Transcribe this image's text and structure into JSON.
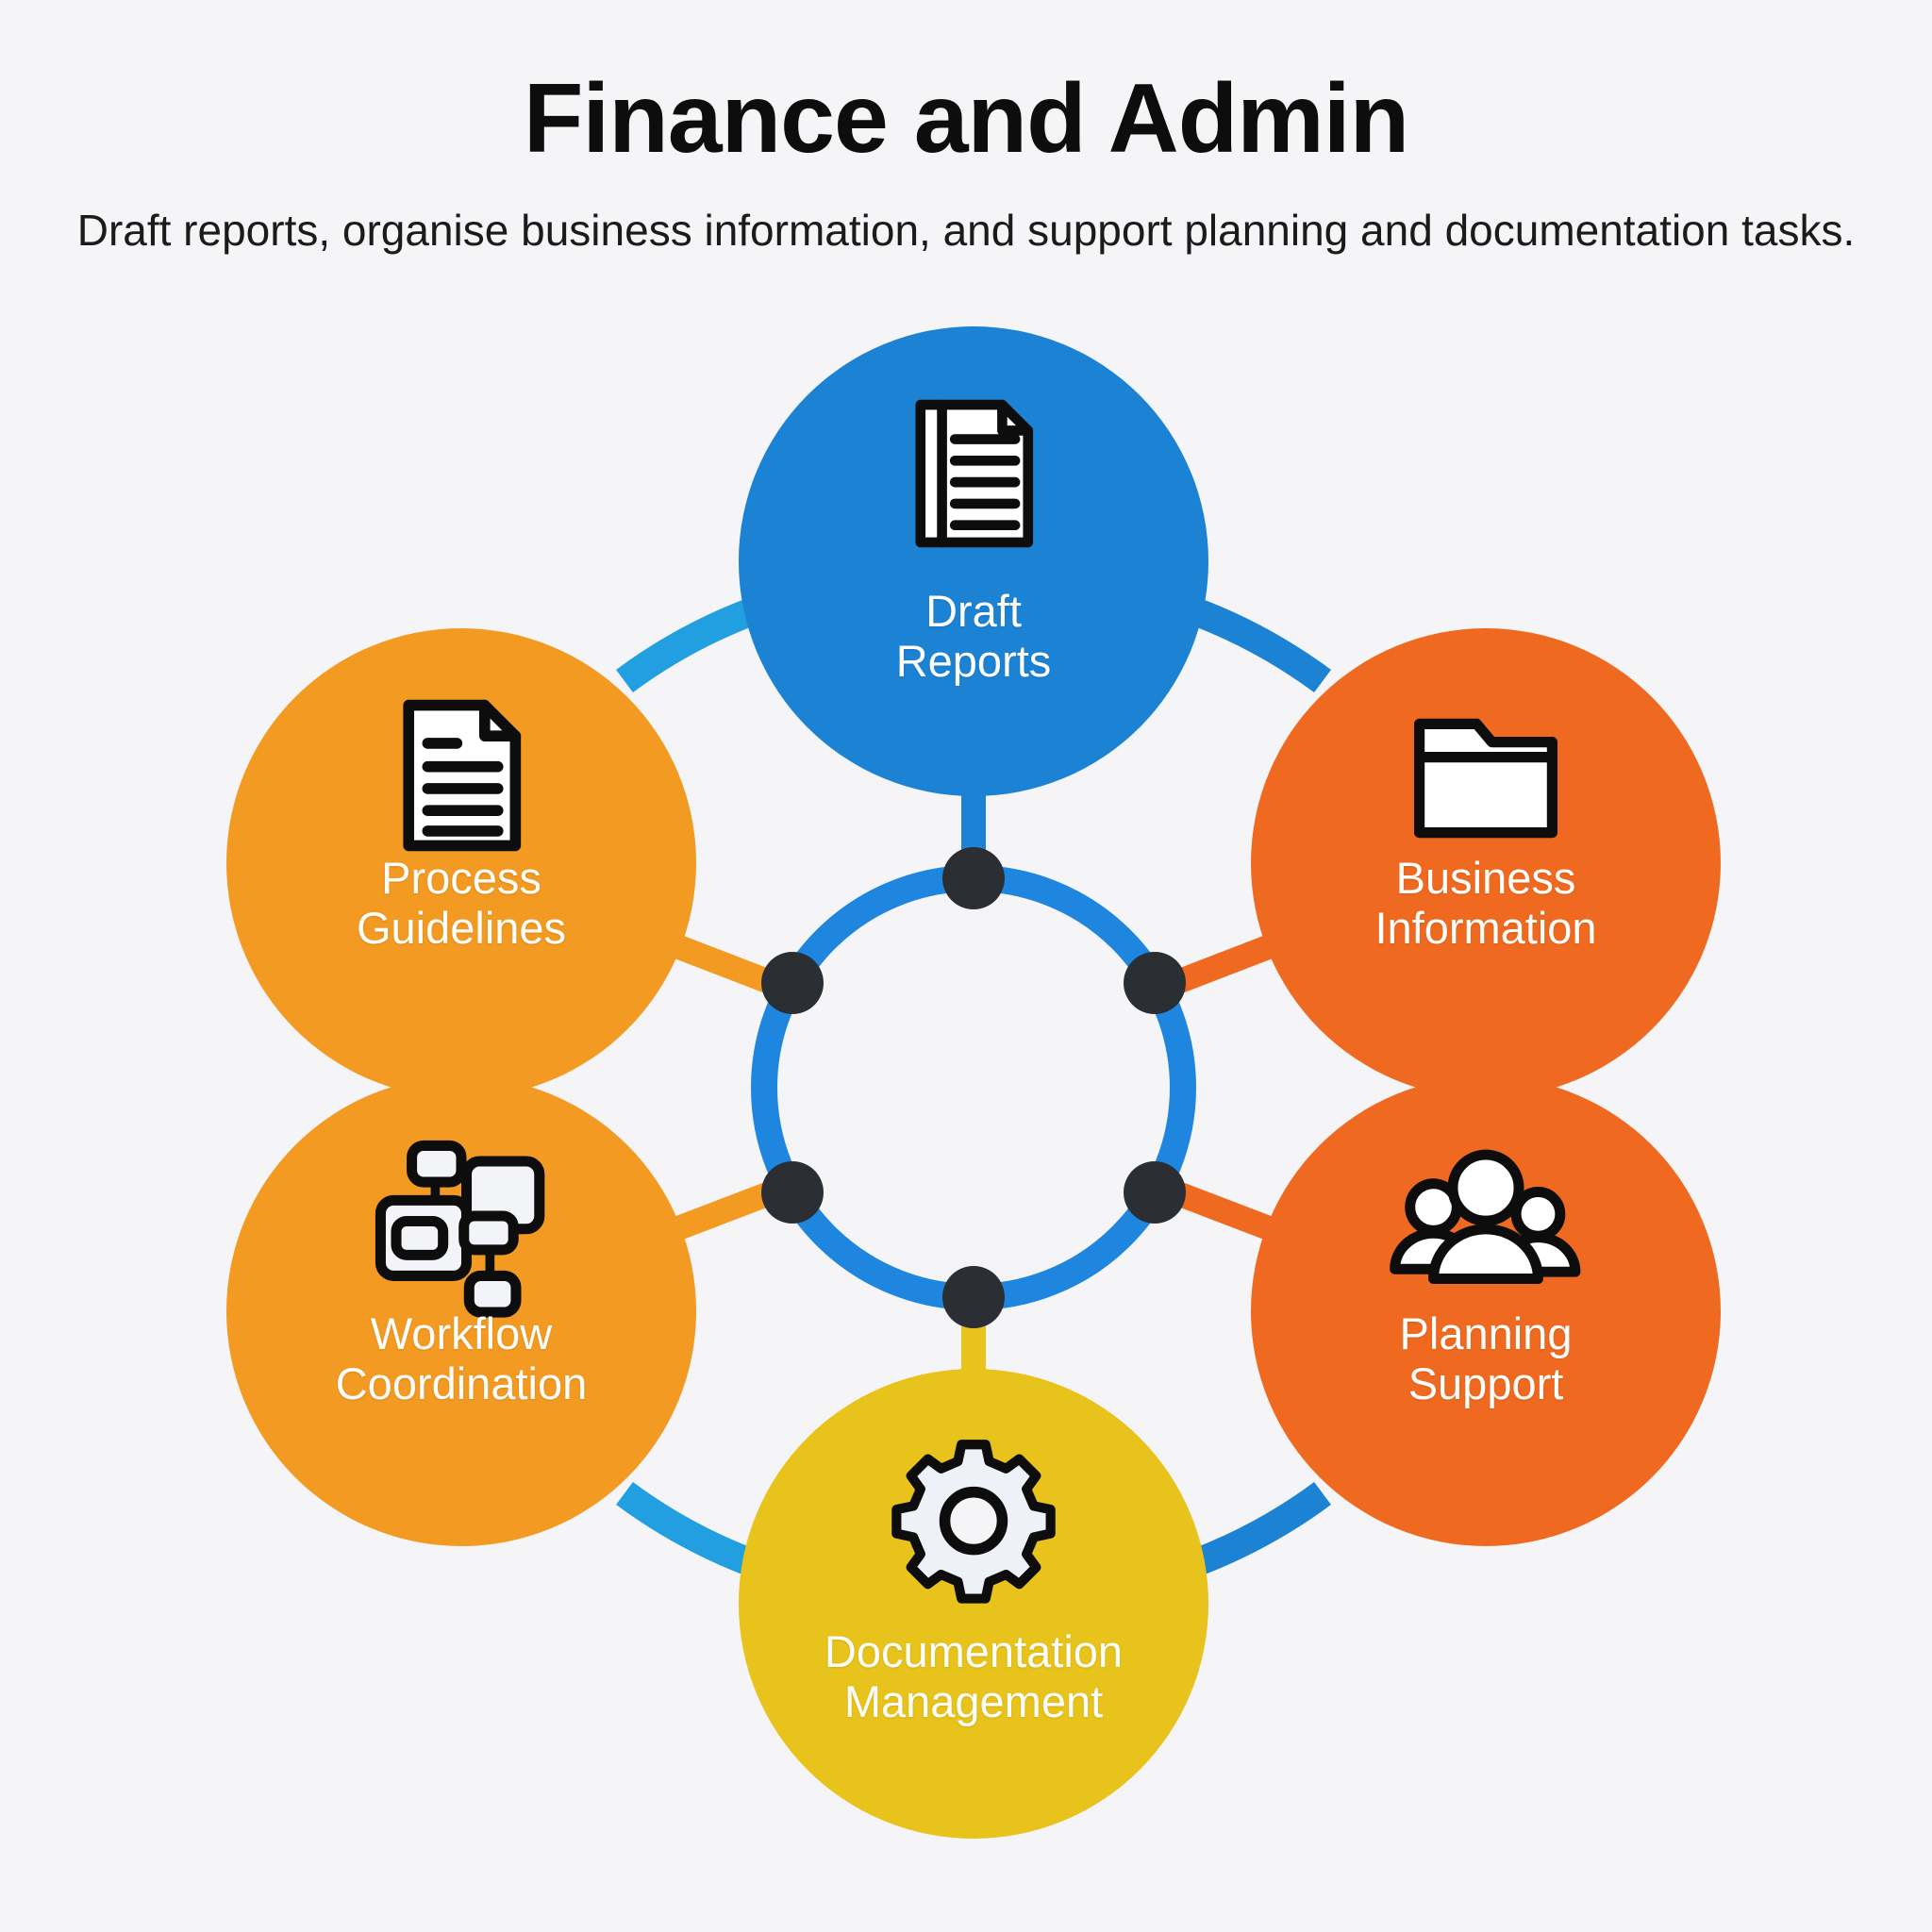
{
  "header": {
    "title": "Finance and Admin",
    "subtitle": "Draft reports, organise business information, and support planning and documentation tasks."
  },
  "colors": {
    "background": "#f5f5f7",
    "blue": "#1c82d4",
    "blue_light": "#229fe0",
    "orange_deep": "#ef6a20",
    "orange_light": "#f29a22",
    "yellow": "#e8c31b",
    "hub_ring": "#1f86e0",
    "connector_dot": "#2b2f33",
    "label_text": "#fdfdfb",
    "icon_stroke": "#0d0d0d",
    "icon_fill": "#ffffff"
  },
  "diagram": {
    "type": "hub-and-spoke-circular",
    "hub": {
      "label": "",
      "ring_color": "#1f86e0",
      "dot_count": 6
    },
    "nodes": [
      {
        "id": "draft-reports",
        "label_lines": [
          "Draft",
          "Reports"
        ],
        "label": "Draft Reports",
        "icon": "document-lines-icon",
        "color": "#1c82d4",
        "position": "top"
      },
      {
        "id": "business-information",
        "label_lines": [
          "Business",
          "Information"
        ],
        "label": "Business Information",
        "icon": "folder-icon",
        "color": "#ef6a20",
        "position": "top-right"
      },
      {
        "id": "planning-support",
        "label_lines": [
          "Planning",
          "Support"
        ],
        "label": "Planning Support",
        "icon": "people-group-icon",
        "color": "#ef6a20",
        "position": "bottom-right"
      },
      {
        "id": "documentation-management",
        "label_lines": [
          "Documentation",
          "Management"
        ],
        "label": "Documentation Management",
        "icon": "gear-icon",
        "color": "#e8c31b",
        "position": "bottom"
      },
      {
        "id": "workflow-coordination",
        "label_lines": [
          "Workflow",
          "Coordination"
        ],
        "label": "Workflow Coordination",
        "icon": "flowchart-icon",
        "color": "#f29a22",
        "position": "bottom-left"
      },
      {
        "id": "process-guidelines",
        "label_lines": [
          "Process",
          "Guidelines"
        ],
        "label": "Process Guidelines",
        "icon": "document-page-icon",
        "color": "#f29a22",
        "position": "top-left"
      }
    ]
  }
}
